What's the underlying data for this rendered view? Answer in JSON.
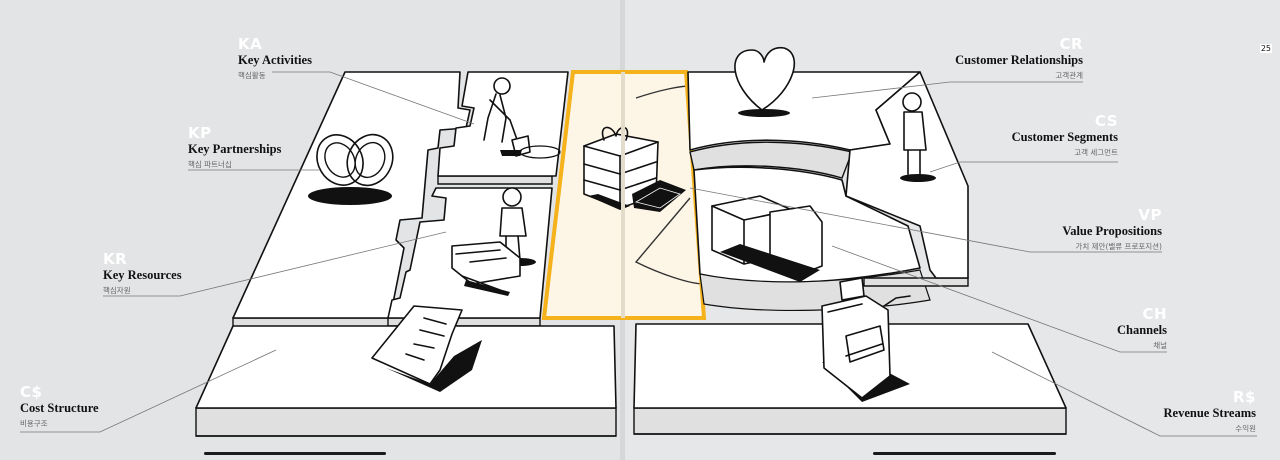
{
  "page_number": "25",
  "highlighted_block": "VP",
  "colors": {
    "highlight_border": "#f5b21a",
    "highlight_fill": "#fdf6e6",
    "background": "#e4e5e7",
    "block_top": "#ffffff",
    "block_side": "#e2e2e2",
    "code_text": "#ffffff"
  },
  "blocks": {
    "ka": {
      "code": "KA",
      "name": "Key Activities",
      "korean": "핵심활동",
      "illustration": "person-digging"
    },
    "kp": {
      "code": "KP",
      "name": "Key Partnerships",
      "korean": "핵심 파트너십",
      "illustration": "interlocked-rings"
    },
    "kr": {
      "code": "KR",
      "name": "Key Resources",
      "korean": "핵심자원",
      "illustration": "person-with-machine"
    },
    "cs_cost": {
      "code": "C$",
      "name": "Cost Structure",
      "korean": "비용구조",
      "illustration": "document-bill"
    },
    "cr": {
      "code": "CR",
      "name": "Customer Relationships",
      "korean": "고객관계",
      "illustration": "heart"
    },
    "cs": {
      "code": "CS",
      "name": "Customer Segments",
      "korean": "고객 세그먼트",
      "illustration": "person-standing"
    },
    "vp": {
      "code": "VP",
      "name": "Value Propositions",
      "korean": "가치 제안(밸류 프로포지션)",
      "illustration": "gift-box"
    },
    "ch": {
      "code": "CH",
      "name": "Channels",
      "korean": "채널",
      "illustration": "delivery-truck"
    },
    "rs": {
      "code": "R$",
      "name": "Revenue Streams",
      "korean": "수익원",
      "illustration": "cash-register"
    }
  }
}
